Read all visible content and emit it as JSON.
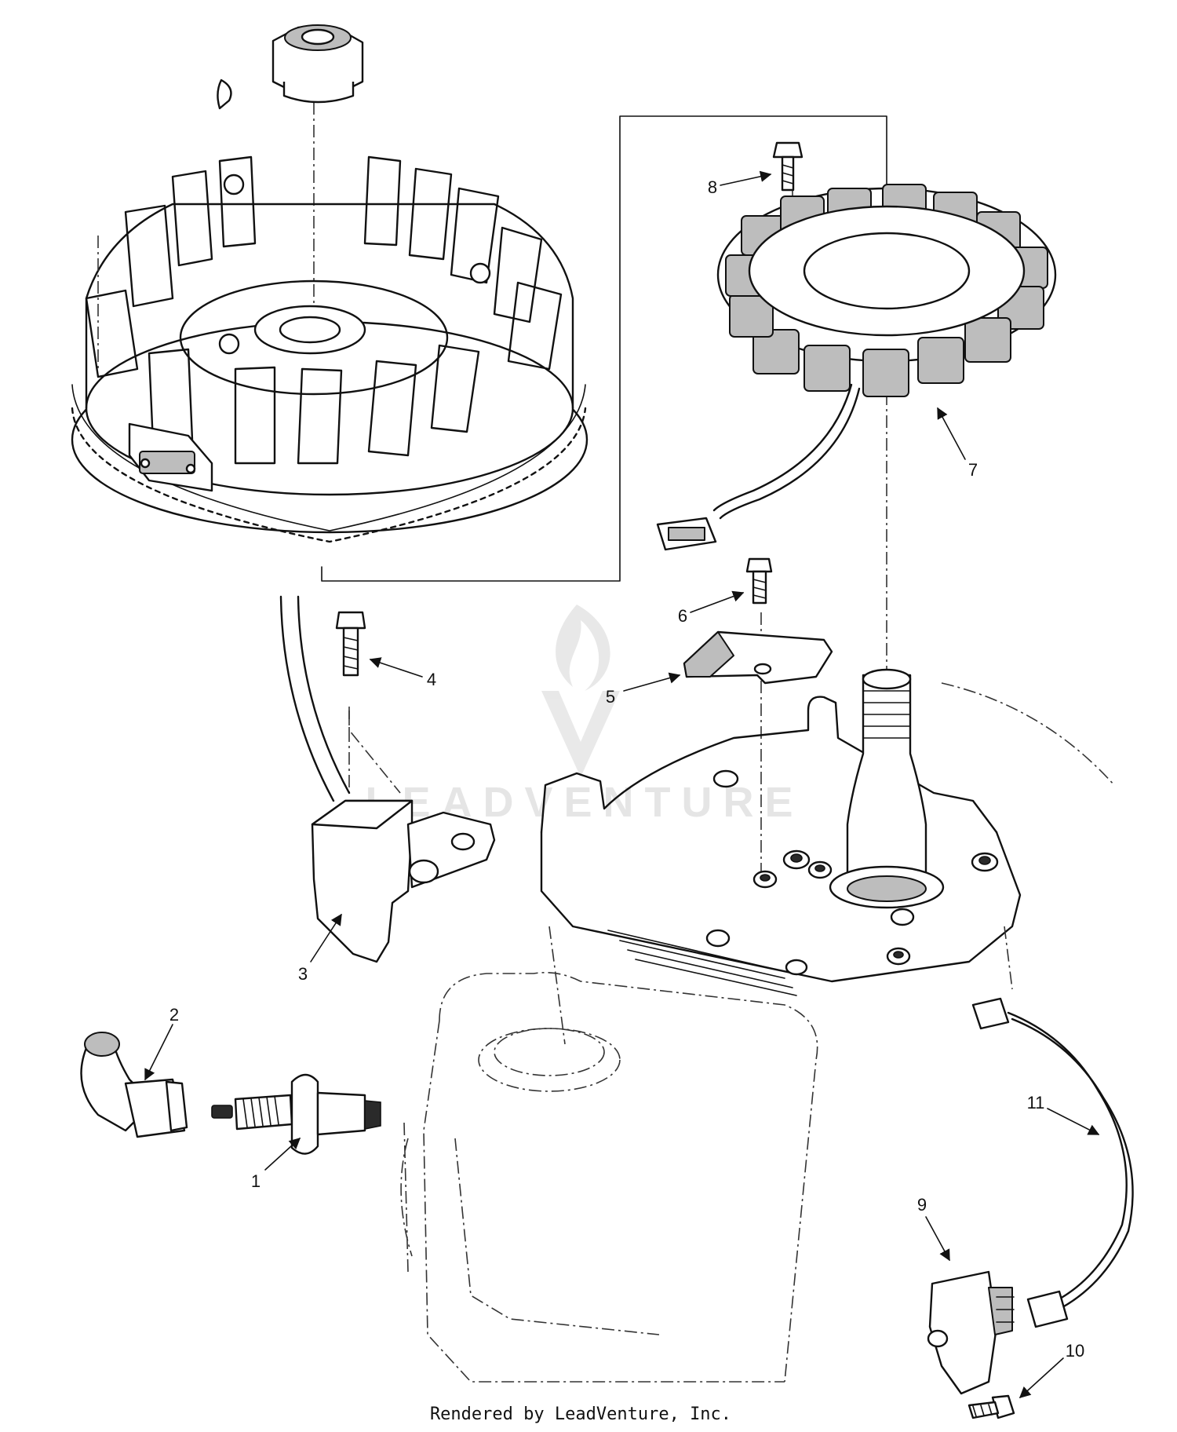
{
  "callouts": [
    {
      "label": "1"
    },
    {
      "label": "2"
    },
    {
      "label": "3"
    },
    {
      "label": "4"
    },
    {
      "label": "5"
    },
    {
      "label": "6"
    },
    {
      "label": "7"
    },
    {
      "label": "8"
    },
    {
      "label": "9"
    },
    {
      "label": "10"
    },
    {
      "label": "11"
    }
  ],
  "footer": {
    "credit": "Rendered by LeadVenture, Inc."
  },
  "watermark": {
    "text": "LEADVENTURE",
    "icon": "flame-v-logo-icon"
  }
}
